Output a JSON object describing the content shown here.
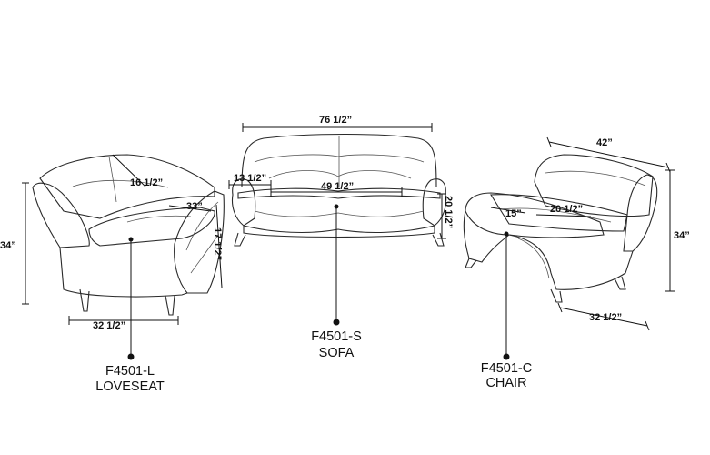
{
  "dimensions": {
    "loveseat_height": "34”",
    "loveseat_seat_depth": "16 1/2”",
    "loveseat_seat_width": "33”",
    "loveseat_arm_height": "17 1/2”",
    "loveseat_width": "32 1/2”",
    "sofa_length": "76 1/2”",
    "sofa_seat_depth": "13 1/2”",
    "sofa_seat_width": "49 1/2”",
    "sofa_seat_height": "20 1/2”",
    "chair_length": "42”",
    "chair_seat_depth": "15”",
    "chair_seat_width": "20 1/2”",
    "chair_height": "34”",
    "chair_width": "32 1/2”"
  },
  "labels": {
    "loveseat_code": "F4501-L",
    "loveseat_name": "LOVESEAT",
    "sofa_code": "F4501-S",
    "sofa_name": "SOFA",
    "chair_code": "F4501-C",
    "chair_name": "CHAIR"
  },
  "colors": {
    "line": "#2a2a2a",
    "background": "#ffffff"
  }
}
